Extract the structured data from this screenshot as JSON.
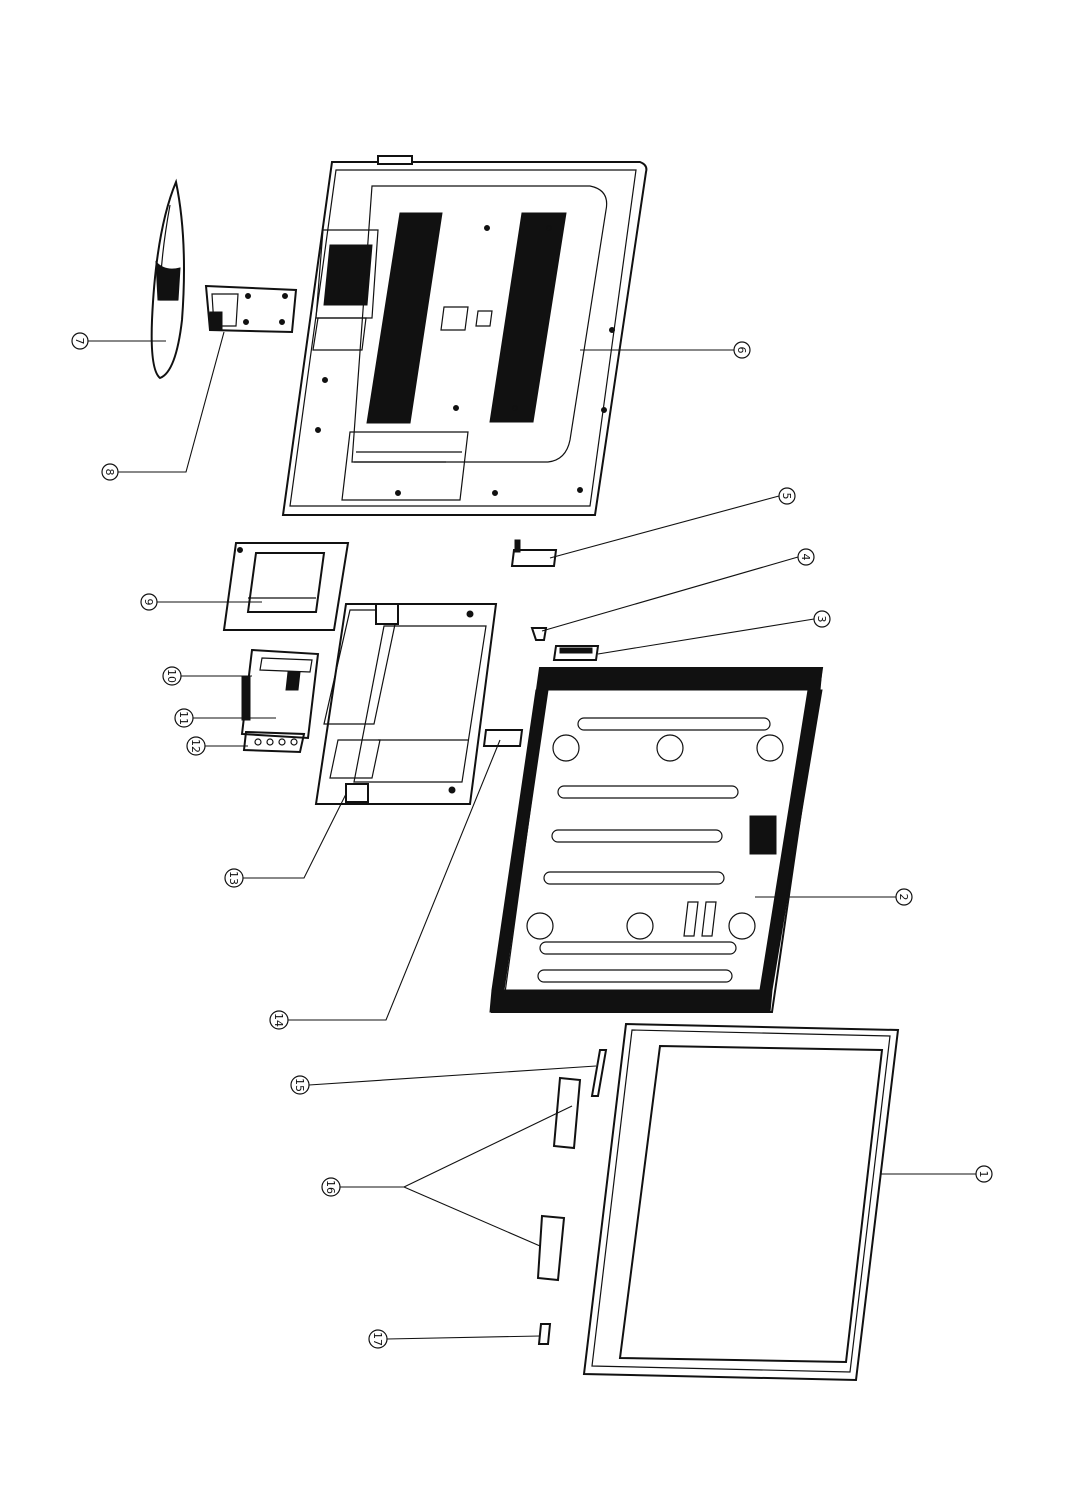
{
  "diagram": {
    "type": "exploded-view",
    "callouts": [
      {
        "id": "c1",
        "label": "1"
      },
      {
        "id": "c2",
        "label": "2"
      },
      {
        "id": "c3",
        "label": "3"
      },
      {
        "id": "c4",
        "label": "4"
      },
      {
        "id": "c5",
        "label": "5"
      },
      {
        "id": "c6",
        "label": "6"
      },
      {
        "id": "c7",
        "label": "7"
      },
      {
        "id": "c8",
        "label": "8"
      },
      {
        "id": "c9",
        "label": "9"
      },
      {
        "id": "c10",
        "label": "10"
      },
      {
        "id": "c11",
        "label": "11"
      },
      {
        "id": "c12",
        "label": "12"
      },
      {
        "id": "c13",
        "label": "13"
      },
      {
        "id": "c14",
        "label": "14"
      },
      {
        "id": "c15",
        "label": "15"
      },
      {
        "id": "c16",
        "label": "16"
      },
      {
        "id": "c17",
        "label": "17"
      }
    ]
  }
}
